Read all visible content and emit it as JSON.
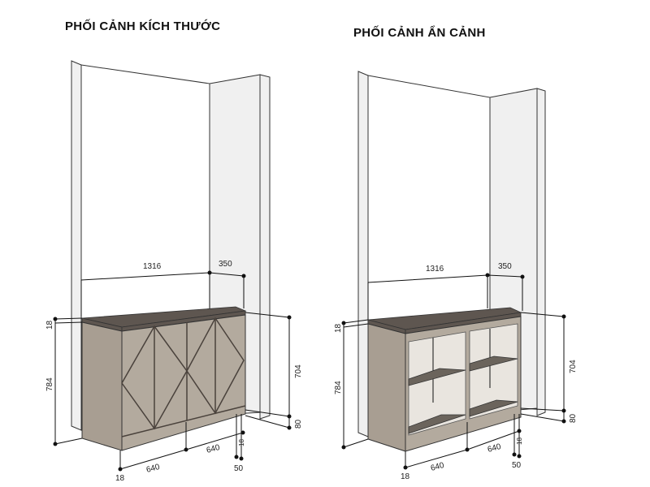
{
  "views": [
    {
      "title": "PHỐI CẢNH KÍCH THƯỚC",
      "dims": {
        "width_total": "1316",
        "depth": "350",
        "top_thickness": "18",
        "height_total": "784",
        "body_height": "704",
        "plinth": "80",
        "module_left": "640",
        "module_right": "640",
        "side_left": "18",
        "side_right": "18",
        "gap": "50"
      }
    },
    {
      "title": "PHỐI CẢNH ẨN CẢNH",
      "dims": {
        "width_total": "1316",
        "depth": "350",
        "top_thickness": "18",
        "height_total": "784",
        "body_height": "704",
        "plinth": "80",
        "module_left": "640",
        "module_right": "640",
        "side_left": "18",
        "side_right": "18",
        "gap": "50"
      }
    }
  ]
}
